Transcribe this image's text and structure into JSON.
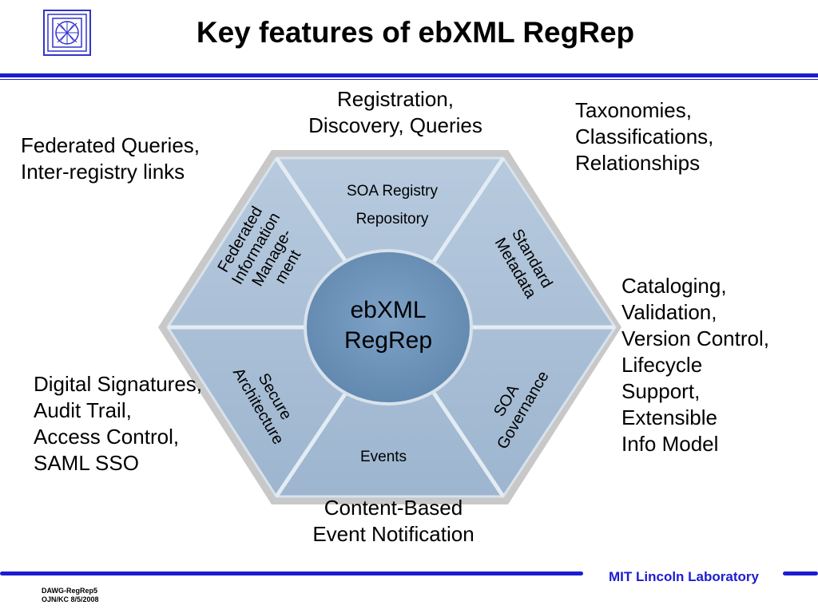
{
  "slide": {
    "title": "Key features of ebXML RegRep"
  },
  "logo": {
    "icon": "mit-ll-logo-icon",
    "color": "#3333cc"
  },
  "hexagon": {
    "center": [
      "ebXML",
      "RegRep"
    ],
    "segments": {
      "top": [
        "SOA Registry",
        "Repository"
      ],
      "upper_right": [
        "Standard",
        "Metadata"
      ],
      "lower_right": [
        "SOA",
        "Governance"
      ],
      "bottom": [
        "Events"
      ],
      "lower_left": [
        "Secure",
        "Architecture"
      ],
      "upper_left": [
        "Federated",
        "Information",
        "Manage-",
        "ment"
      ]
    },
    "colors": {
      "fill": "#a9bfd7",
      "edge": "#7f9ab8",
      "center": "#6e93b8",
      "shadow": "#8a8a8a"
    }
  },
  "notes": {
    "registration": "Registration,\nDiscovery, Queries",
    "taxonomies": "Taxonomies,\nClassifications,\nRelationships",
    "federated_queries": "Federated Queries,\nInter-registry links",
    "cataloging": "Cataloging,\nValidation,\nVersion Control,\nLifecycle\nSupport,\nExtensible\nInfo Model",
    "digital_signatures": "Digital Signatures,\nAudit Trail,\nAccess Control,\nSAML SSO",
    "content_based": "Content-Based\nEvent Notification"
  },
  "footer": {
    "brand": "MIT Lincoln Laboratory",
    "doc_id": "DAWG-RegRep5",
    "author_date": "OJN/KC 8/5/2008",
    "accent": "#1c1cd0"
  }
}
